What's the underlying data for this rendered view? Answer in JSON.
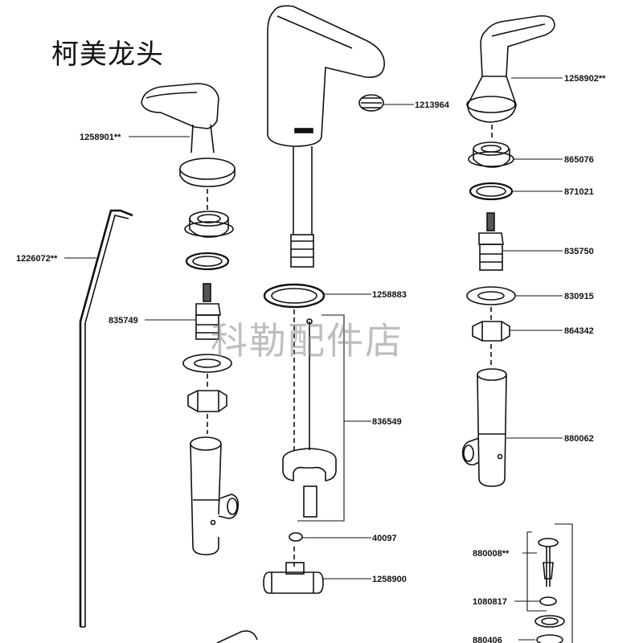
{
  "title": "柯美龙头",
  "watermark": "科勒配件店",
  "parts": {
    "p1258901": "1258901**",
    "p1258902": "1258902**",
    "p1213964": "1213964",
    "p865076": "865076",
    "p871021": "871021",
    "p1226072": "1226072**",
    "p835750": "835750",
    "p1258883": "1258883",
    "p835749": "835749",
    "p830915": "830915",
    "p864342": "864342",
    "p836549": "836549",
    "p880062": "880062",
    "p40097": "40097",
    "p880008": "880008**",
    "p1258900": "1258900",
    "p1080817": "1080817",
    "p880406": "880406"
  }
}
